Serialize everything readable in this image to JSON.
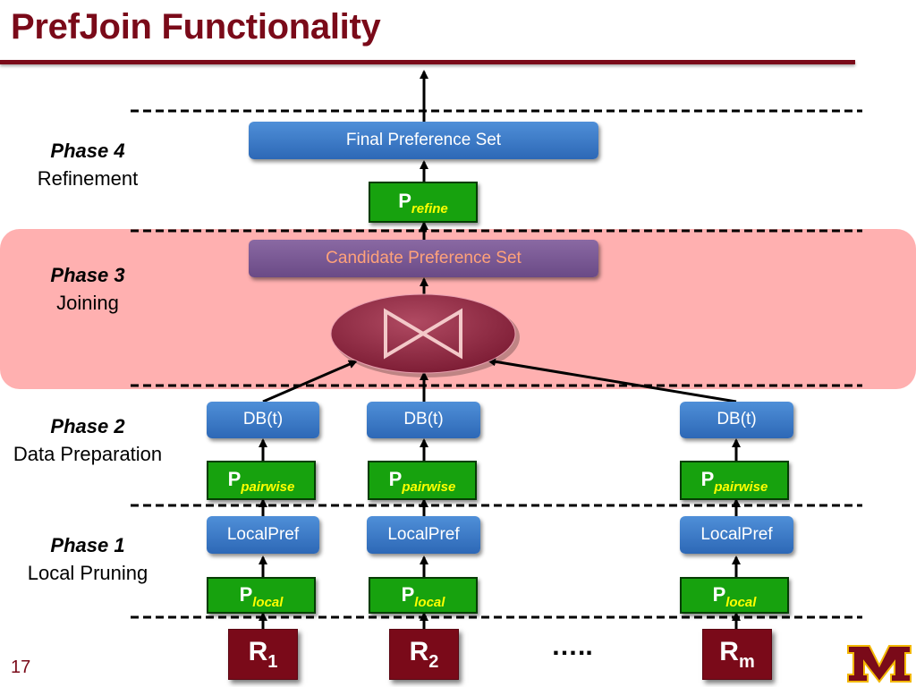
{
  "title": "PrefJoin Functionality",
  "slide_number": "17",
  "phases": [
    {
      "name": "Phase 4",
      "label": "Refinement"
    },
    {
      "name": "Phase 3",
      "label": "Joining"
    },
    {
      "name": "Phase 2",
      "label": "Data Preparation"
    },
    {
      "name": "Phase 1",
      "label": "Local Pruning"
    }
  ],
  "final_set": "Final Preference Set",
  "candidate_set": "Candidate Preference Set",
  "p_refine": {
    "main": "P",
    "sub": "refine"
  },
  "p_pairwise": {
    "main": "P",
    "sub": "pairwise"
  },
  "p_local": {
    "main": "P",
    "sub": "local"
  },
  "db_label": "DB(t)",
  "localpref_label": "LocalPref",
  "relations": [
    {
      "main": "R",
      "sub": "1"
    },
    {
      "main": "R",
      "sub": "2"
    },
    {
      "main": "R",
      "sub": "m"
    }
  ],
  "ellipsis": "…..",
  "colors": {
    "maroon": "#7a0a19",
    "blue": "#3a78c8",
    "green": "#17a20e",
    "band": "#ffb0b0",
    "gold": "#f2b705"
  },
  "logo": "university-m-logo"
}
